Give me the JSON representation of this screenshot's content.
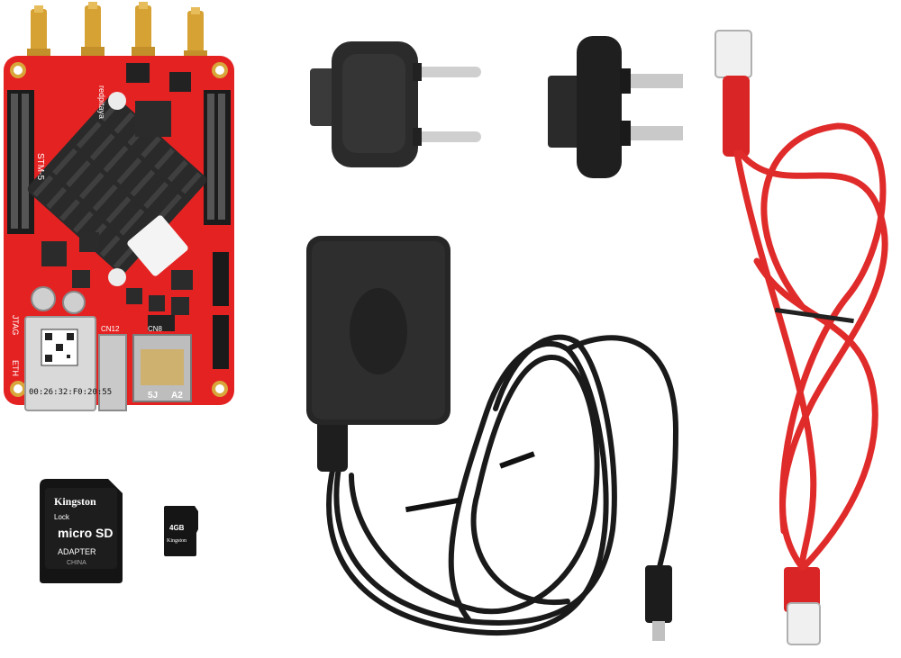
{
  "board": {
    "mac_label": "00:26:32:F0:20:55",
    "silk_stm": "STM-5",
    "silk_eth": "ETH",
    "silk_jtag": "JTAG",
    "silk_cn8": "CN8",
    "silk_cn12": "CN12",
    "silk_5j": "5J",
    "silk_a2": "A2",
    "brand": "redpitaya",
    "color_pcb": "#e52222",
    "color_gold": "#d8a63a"
  },
  "sd_adapter": {
    "brand": "Kingston",
    "lock": "Lock",
    "micro": "micro",
    "sd": "SD",
    "adapter": "ADAPTER",
    "origin": "CHINA"
  },
  "microsd": {
    "capacity": "4GB",
    "brand": "Kingston"
  },
  "ethernet_cable": {
    "color": "#e02b2b"
  },
  "adapter_plugs": {
    "eu_plug": "eu-plug-icon",
    "uk_plug": "uk-plug-icon",
    "power_supply": "power-brick-icon"
  }
}
